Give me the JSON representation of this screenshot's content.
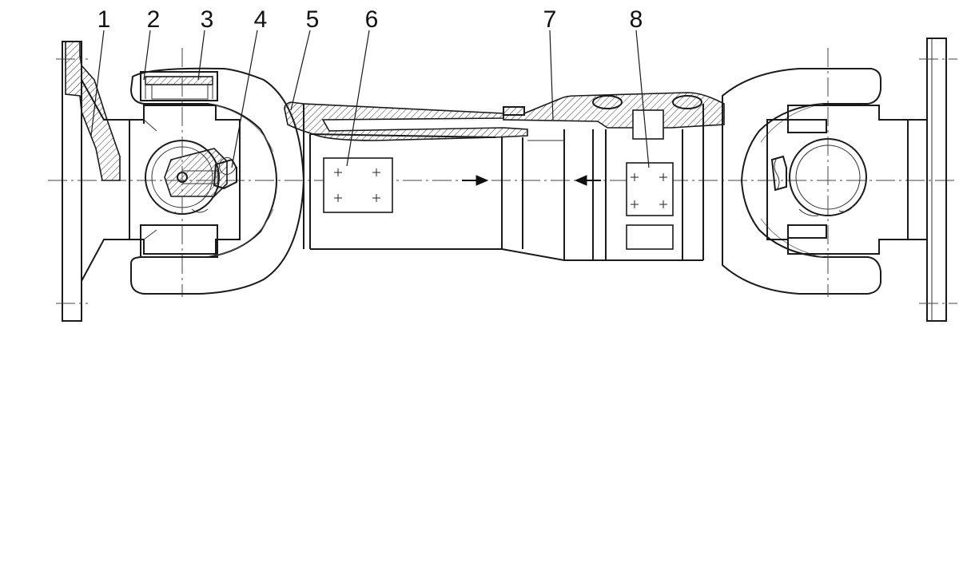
{
  "callouts": [
    "1",
    "2",
    "3",
    "4",
    "5",
    "6",
    "7",
    "8"
  ]
}
